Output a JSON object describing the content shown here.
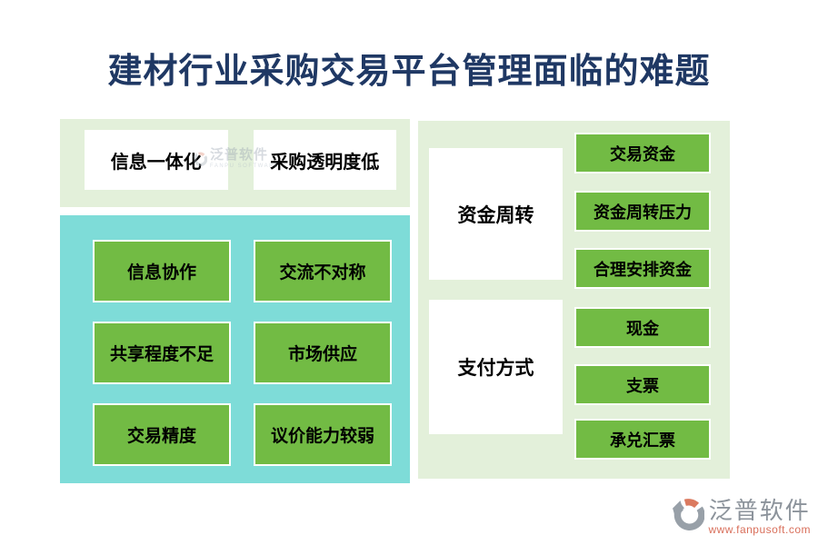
{
  "title": "建材行业采购交易平台管理面临的难题",
  "colors": {
    "title_navy": "#1F3864",
    "pale_green_panel": "#E3F0DA",
    "teal_panel": "#7EDCD8",
    "green_box": "#72BB44",
    "box_text": "#000000",
    "brand_gray": "#8C939B",
    "brand_orange": "#D9705C"
  },
  "left_panel": {
    "top_items": [
      "信息一体化",
      "采购透明度低"
    ],
    "grid_items": [
      "信息协作",
      "交流不对称",
      "共享程度不足",
      "市场供应",
      "交易精度",
      "议价能力较弱"
    ]
  },
  "right_panel": {
    "groups": [
      {
        "label": "资金周转",
        "items": [
          "交易资金",
          "资金周转压力",
          "合理安排资金"
        ]
      },
      {
        "label": "支付方式",
        "items": [
          "现金",
          "支票",
          "承兑汇票"
        ]
      }
    ]
  },
  "watermark": {
    "brand": "泛普软件",
    "subtitle": "FANPU SOFTWARE"
  },
  "footer": {
    "brand": "泛普软件",
    "url": "www.fanpusoft.com"
  }
}
